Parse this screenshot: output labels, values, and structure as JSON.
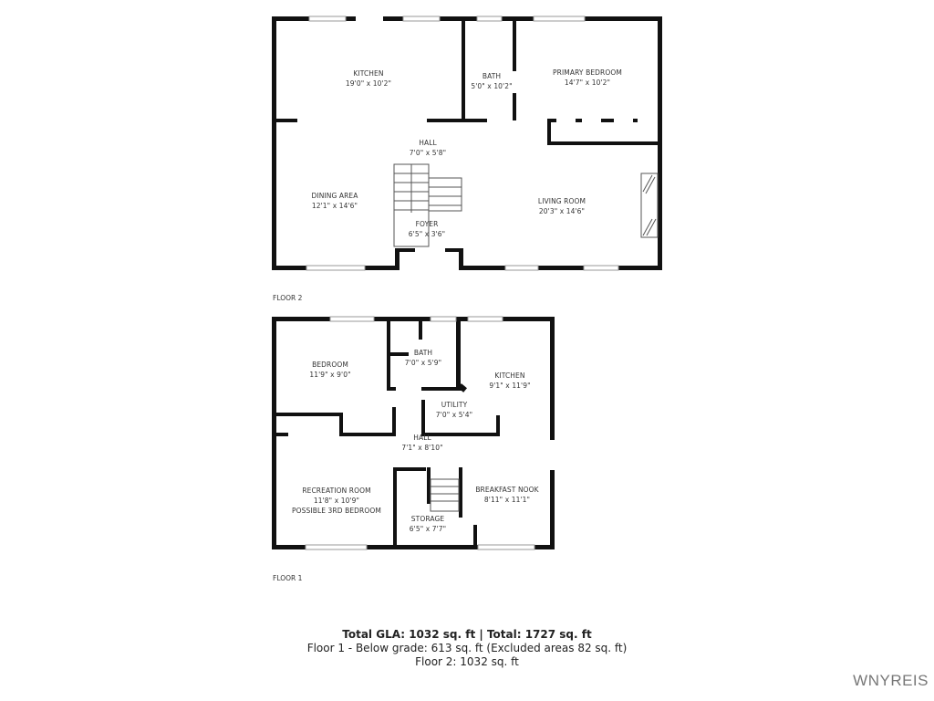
{
  "floor2": {
    "label": "FLOOR 2",
    "rooms": [
      {
        "name": "KITCHEN",
        "dims": "19'0\" x 10'2\""
      },
      {
        "name": "BATH",
        "dims": "5'0\" x 10'2\""
      },
      {
        "name": "PRIMARY BEDROOM",
        "dims": "14'7\" x 10'2\""
      },
      {
        "name": "HALL",
        "dims": "7'0\" x 5'8\""
      },
      {
        "name": "DINING AREA",
        "dims": "12'1\" x 14'6\""
      },
      {
        "name": "LIVING ROOM",
        "dims": "20'3\" x 14'6\""
      },
      {
        "name": "FOYER",
        "dims": "6'5\" x 3'6\""
      }
    ]
  },
  "floor1": {
    "label": "FLOOR 1",
    "rooms": [
      {
        "name": "BEDROOM",
        "dims": "11'9\" x 9'0\""
      },
      {
        "name": "BATH",
        "dims": "7'0\" x 5'9\""
      },
      {
        "name": "KITCHEN",
        "dims": "9'1\" x 11'9\""
      },
      {
        "name": "UTILITY",
        "dims": "7'0\" x 5'4\""
      },
      {
        "name": "HALL",
        "dims": "7'1\" x 8'10\""
      },
      {
        "name": "RECREATION ROOM",
        "dims": "11'8\" x 10'9\"",
        "note": "POSSIBLE 3RD BEDROOM"
      },
      {
        "name": "BREAKFAST NOOK",
        "dims": "8'11\" x 11'1\""
      },
      {
        "name": "STORAGE",
        "dims": "6'5\" x 7'7\""
      }
    ]
  },
  "summary": {
    "line1": "Total GLA: 1032 sq. ft | Total: 1727 sq. ft",
    "line2": "Floor 1 - Below grade: 613 sq. ft (Excluded areas 82 sq. ft)",
    "line3": "Floor 2: 1032 sq. ft"
  },
  "watermark": "WNYREIS",
  "colors": {
    "wall": "#111111",
    "window": "#999999",
    "text": "#333333"
  }
}
